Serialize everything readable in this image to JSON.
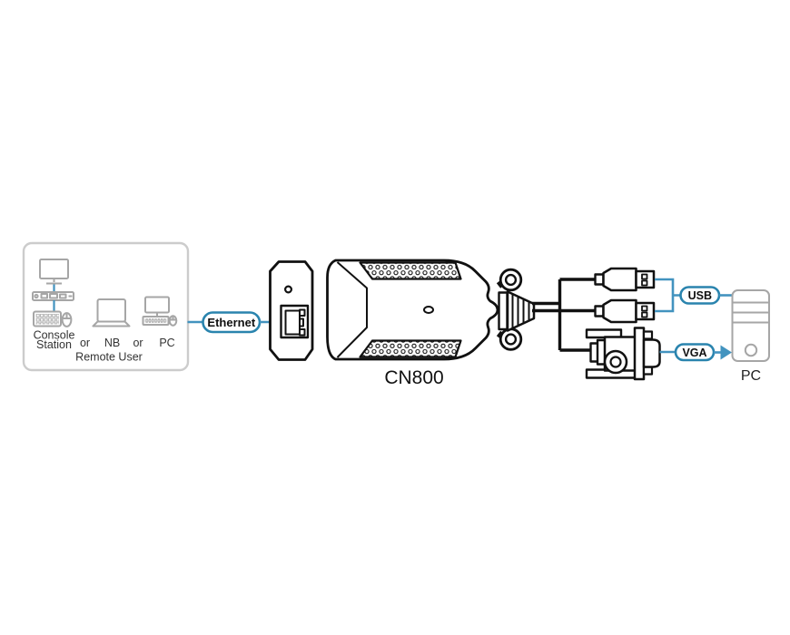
{
  "remote_user_box": {
    "console_label_line1": "Console",
    "console_label_line2": "Station",
    "or_1": "or",
    "notebook_label": "NB",
    "or_2": "or",
    "pc_label": "PC",
    "caption": "Remote User"
  },
  "labels": {
    "ethernet": "Ethernet",
    "usb": "USB",
    "vga": "VGA"
  },
  "device": {
    "model": "CN800"
  },
  "target_pc": {
    "label": "PC"
  },
  "colors": {
    "connection_blue": "#4293bf",
    "pill_border_teal": "#2a84ae",
    "icon_gray": "#a6a6a6",
    "box_border_gray": "#cccccc",
    "outline_black": "#111111"
  },
  "icons": {
    "monitor-icon": "rect-with-stand",
    "console-device-icon": "slim-box-with-ports",
    "keyboard-icon": "key-grid-rect",
    "mouse-icon": "oval-with-buttons",
    "laptop-icon": "screen-with-base",
    "desktop-pc-icon": "monitor-keyboard-mouse",
    "led-icon": "small-circle",
    "rj45-port-icon": "ethernet-jack",
    "thumbscrew-icon": "double-ring",
    "usb-plug-icon": "usb-type-a-plug",
    "vga-connector-icon": "d-sub-15-plug",
    "arrow-right-icon": "solid-triangle",
    "pc-tower-icon": "tower-case"
  }
}
